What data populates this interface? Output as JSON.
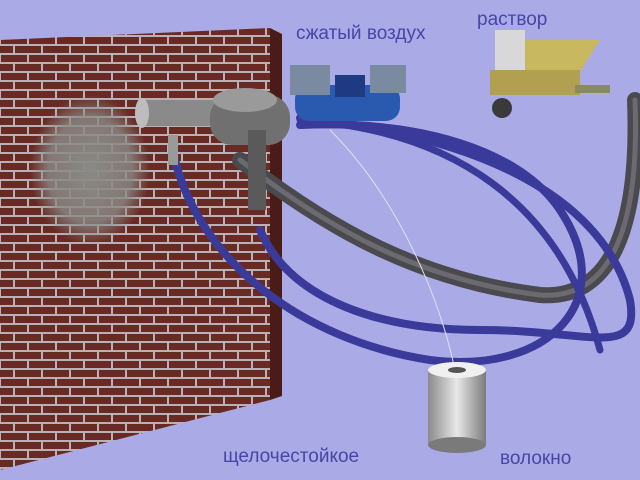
{
  "labels": {
    "compressed_air": "сжатый воздух",
    "mortar": "раствор",
    "alkali_resistant": "щелочестойкое",
    "fiber": "волокно"
  },
  "colors": {
    "background": "#aaaae6",
    "label_text": "#4646a6",
    "brick": "#6a2a24",
    "mortar_joint": "#b8b2b8",
    "blue_hose": "#3a3a9a",
    "gray_hose": "#4a4a4e",
    "compressor": "#2a5ab0",
    "mixer": "#c8b860"
  }
}
